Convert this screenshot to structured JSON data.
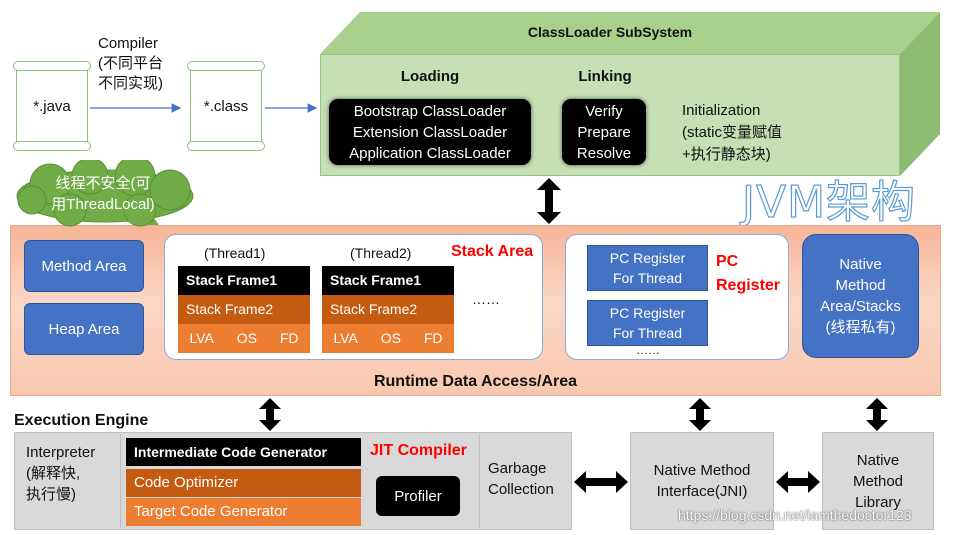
{
  "compiler": {
    "title": "Compiler",
    "note1": "(不同平台",
    "note2": "不同实现)"
  },
  "sources": {
    "java": "*.java",
    "class": "*.class"
  },
  "classloader": {
    "title": "ClassLoader SubSystem",
    "loading": "Loading",
    "linking": "Linking",
    "loaders": [
      "Bootstrap  ClassLoader",
      "Extension ClassLoader",
      "Application ClassLoader"
    ],
    "linking_steps": [
      "Verify",
      "Prepare",
      "Resolve"
    ],
    "init": [
      "Initialization",
      "(static变量赋值",
      "+执行静态块)"
    ]
  },
  "jvm_title": "JVM架构",
  "cloud_note": [
    "线程不安全(可",
    "用ThreadLocal)"
  ],
  "runtime": {
    "method_area": "Method Area",
    "heap_area": "Heap Area",
    "thread1": "(Thread1)",
    "thread2": "(Thread2)",
    "stack_area": "Stack Area",
    "frame1": "Stack Frame1",
    "frame2": "Stack Frame2",
    "lva": "LVA",
    "os": "OS",
    "fd": "FD",
    "dots": "……",
    "pc1": [
      "PC Register",
      "For Thread"
    ],
    "pc2": [
      "PC Register",
      "For Thread"
    ],
    "pc_dots": "……",
    "pc_label": [
      "PC",
      "Register"
    ],
    "native_stacks": [
      "Native",
      "Method",
      "Area/Stacks",
      "(线程私有)"
    ],
    "title": "Runtime Data Access/Area"
  },
  "engine": {
    "title": "Execution Engine",
    "interpreter": [
      "Interpreter",
      "(解释快,",
      "执行慢)"
    ],
    "icg": "Intermediate Code Generator",
    "optimizer": "Code Optimizer",
    "target": "Target Code Generator",
    "jit": "JIT Compiler",
    "profiler": "Profiler",
    "gc": [
      "Garbage",
      "Collection"
    ],
    "jni": [
      "Native Method",
      "Interface(JNI)"
    ],
    "native_lib": [
      "Native",
      "Method",
      "Library"
    ]
  },
  "watermark": "https://blog.csdn.net/iamthedoctor123",
  "colors": {
    "green": "#c5e0b4",
    "blue": "#4472c4",
    "orange": "#ed7d31",
    "runtime": "#f8cbad",
    "grey": "#d9d9d9"
  }
}
